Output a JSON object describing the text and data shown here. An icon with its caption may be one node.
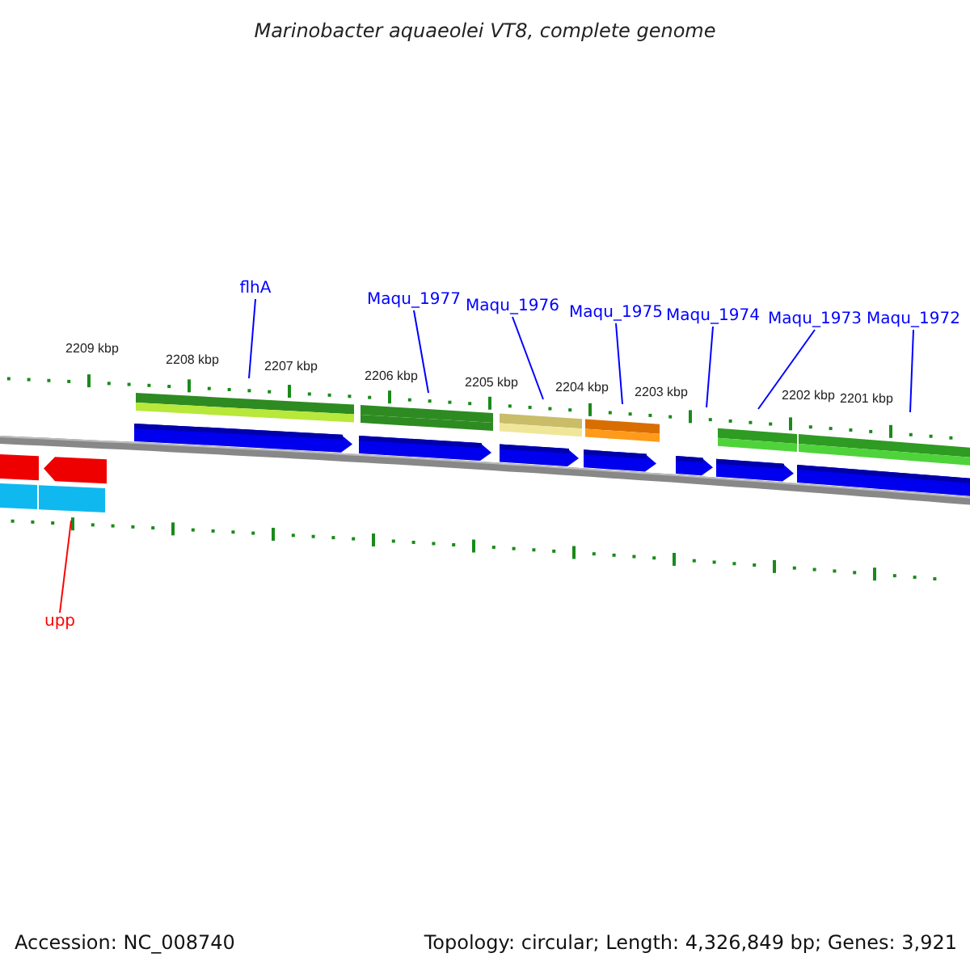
{
  "diagram": {
    "title": "Marinobacter aquaeolei VT8, complete genome",
    "nodes": [
      {
        "text": [
          "flhA"
        ]
      },
      {
        "text": [
          "Maqu_1977"
        ]
      },
      {
        "text": [
          "Maqu_1976"
        ]
      },
      {
        "text": [
          "Maqu_1975"
        ]
      },
      {
        "text": [
          "Maqu_1974"
        ]
      },
      {
        "text": [
          "Maqu_1973"
        ]
      },
      {
        "text": [
          "Maqu_1972"
        ]
      },
      {
        "text": [
          "upp"
        ]
      }
    ],
    "edges": [
      {
        "from": 0,
        "to": null,
        "arrow": "none"
      },
      {
        "from": 1,
        "to": null,
        "arrow": "none"
      },
      {
        "from": 2,
        "to": null,
        "arrow": "none"
      },
      {
        "from": 3,
        "to": null,
        "arrow": "none"
      },
      {
        "from": 4,
        "to": null,
        "arrow": "none"
      },
      {
        "from": 5,
        "to": null,
        "arrow": "none"
      },
      {
        "from": 6,
        "to": null,
        "arrow": "none"
      },
      {
        "from": 7,
        "to": null,
        "arrow": "none",
        "color": "#ff0000"
      }
    ],
    "labels": [
      "2209 kbp",
      "2208 kbp",
      "2207 kbp",
      "2206 kbp",
      "2205 kbp",
      "2204 kbp",
      "2203 kbp",
      "2202 kbp",
      "2201 kbp",
      "Accession: NC_008740",
      "Topology: circular; Length: 4,326,849 bp; Genes: 3,921"
    ]
  }
}
